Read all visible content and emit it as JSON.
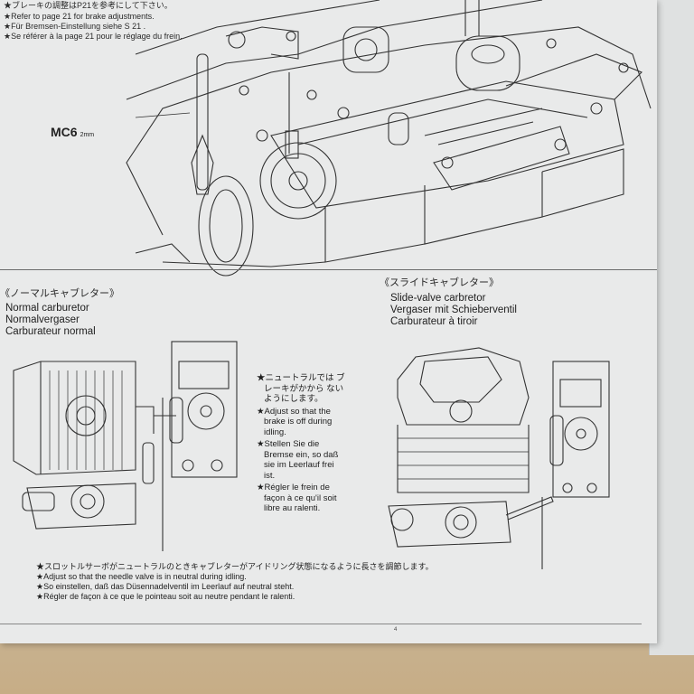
{
  "top_notes": {
    "jp": "★ブレーキの調整はP21を参考にして下さい。",
    "en": "★Refer to page 21 for brake adjustments.",
    "de": "★Für Bremsen-Einstellung siehe S 21 .",
    "fr": "★Se référer à la page 21 pour le réglage du frein."
  },
  "part_label": {
    "code": "MC6",
    "size": "2mm"
  },
  "left_section": {
    "jp_title": "《ノーマルキャブレター》",
    "en": "Normal carburetor",
    "de": "Normalvergaser",
    "fr": "Carburateur normal"
  },
  "right_section": {
    "jp_title": "《スライドキャブレター》",
    "en": "Slide-valve carbretor",
    "de": "Vergaser mit Schieberventil",
    "fr": "Carburateur à tiroir"
  },
  "brake_note": {
    "jp": "★ニュートラルでは ブレーキがかから ないようにします。",
    "en": "★Adjust so that the brake is off during idling.",
    "de": "★Stellen Sie die Bremse ein, so daß sie im Leerlauf frei ist.",
    "fr": "★Régler le frein de façon à ce qu'il soit libre au ralenti."
  },
  "bottom_notes": {
    "jp": "★スロットルサーボがニュートラルのときキャブレターがアイドリング状態になるように長さを調節します。",
    "en": "★Adjust so that the needle valve is in neutral during idling.",
    "de": "★So einstellen, daß das Düsennadelventil im Leerlauf auf neutral steht.",
    "fr": "★Régler de façon à ce que le pointeau soit au neutre pendant le ralenti."
  },
  "page_number": "4"
}
